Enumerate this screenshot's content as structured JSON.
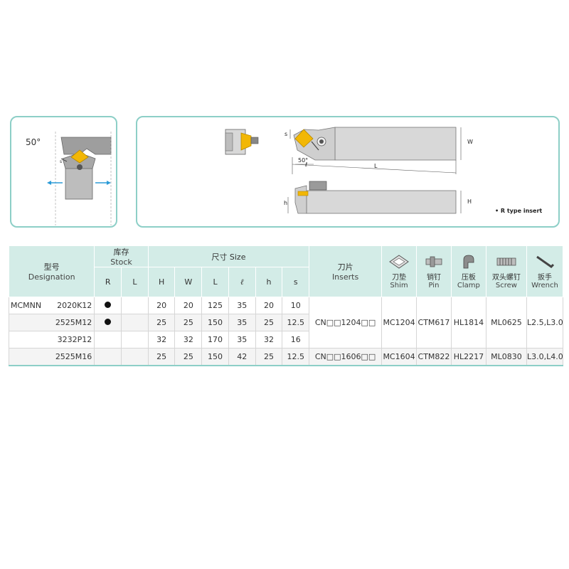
{
  "diagram": {
    "angle_label": "50°",
    "note_label": "• R type insert",
    "dims": {
      "s": "s",
      "l": "ℓ",
      "L": "L",
      "W": "W",
      "h": "h",
      "H": "H",
      "fifty": "50°"
    }
  },
  "colors": {
    "accent": "#8dcfc7",
    "header_bg": "#d3ece7",
    "insert": "#f2b705",
    "arrow": "#2b9bd7"
  },
  "table": {
    "headers": {
      "designation_cn": "型号",
      "designation_en": "Designation",
      "stock_cn": "库存",
      "stock_en": "Stock",
      "stock_r": "R",
      "stock_l": "L",
      "size_title": "尺寸 Size",
      "size_cols": [
        "H",
        "W",
        "L",
        "ℓ",
        "h",
        "s"
      ],
      "inserts_cn": "刀片",
      "inserts_en": "Inserts",
      "shim_cn": "刀垫",
      "shim_en": "Shim",
      "pin_cn": "销钉",
      "pin_en": "Pin",
      "clamp_cn": "压板",
      "clamp_en": "Clamp",
      "screw_cn": "双头螺钉",
      "screw_en": "Screw",
      "wrench_cn": "扳手",
      "wrench_en": "Wrench"
    },
    "prefix": "MCMNN",
    "rows": [
      {
        "code": "2020K12",
        "r": true,
        "l": false,
        "H": "20",
        "W": "20",
        "L": "125",
        "l_": "35",
        "h": "20",
        "s": "10"
      },
      {
        "code": "2525M12",
        "r": true,
        "l": false,
        "H": "25",
        "W": "25",
        "L": "150",
        "l_": "35",
        "h": "25",
        "s": "12.5"
      },
      {
        "code": "3232P12",
        "r": false,
        "l": false,
        "H": "32",
        "W": "32",
        "L": "170",
        "l_": "35",
        "h": "32",
        "s": "16"
      },
      {
        "code": "2525M16",
        "r": false,
        "l": false,
        "H": "25",
        "W": "25",
        "L": "150",
        "l_": "42",
        "h": "25",
        "s": "12.5"
      }
    ],
    "groups": [
      {
        "insert": "CN□□1204□□",
        "shim": "MC1204",
        "pin": "CTM617",
        "clamp": "HL1814",
        "screw": "ML0625",
        "wrench": "L2.5,L3.0"
      },
      {
        "insert": "CN□□1606□□",
        "shim": "MC1604",
        "pin": "CTM822",
        "clamp": "HL2217",
        "screw": "ML0830",
        "wrench": "L3.0,L4.0"
      }
    ]
  }
}
